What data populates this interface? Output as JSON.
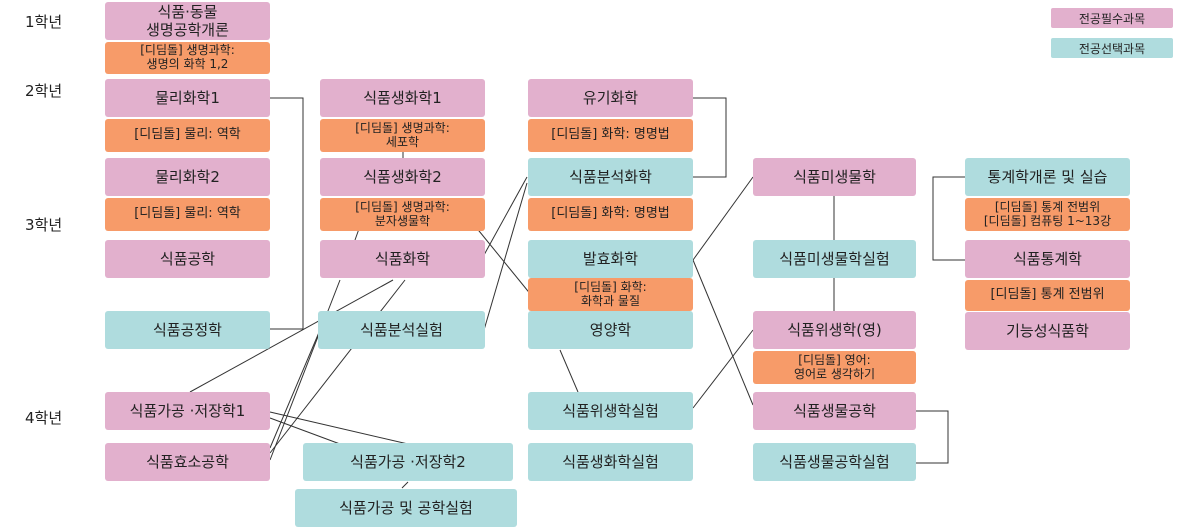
{
  "legend": {
    "required": "전공필수과목",
    "elective": "전공선택과목"
  },
  "years": {
    "y1": "1학년",
    "y2": "2학년",
    "y3": "3학년",
    "y4": "4학년"
  },
  "courses": {
    "food_bio": "식품·동물\n생명공학개론",
    "dgd_bio_chem": "[디딤돌] 생명과학:\n생명의 화학 1,2",
    "phys_chem1": "물리화학1",
    "dgd_physics1": "[디딤돌] 물리: 역학",
    "phys_chem2": "물리화학2",
    "dgd_physics2": "[디딤돌] 물리:  역학",
    "food_eng": "식품공학",
    "food_process_eng": "식품공정학",
    "food_biochem1": "식품생화학1",
    "dgd_cell": "[디딤돌] 생명과학:\n세포학",
    "food_biochem2": "식품생화학2",
    "dgd_molbio": "[디딤돌] 생명과학:\n분자생물학",
    "food_chem": "식품화학",
    "food_analysis_lab": "식품분석실험",
    "organic_chem": "유기화학",
    "dgd_chem_names1": "[디딤돌] 화학: 명명법",
    "food_analytical_chem": "식품분석화학",
    "dgd_chem_names2": "[디딤돌] 화학: 명명법",
    "fermentation_chem": "발효화학",
    "dgd_chem_material": "[디딤돌] 화학:\n화학과 물질",
    "nutrition": "영양학",
    "food_micro": "식품미생물학",
    "food_micro_lab": "식품미생물학실험",
    "food_hygiene_en": "식품위생학(영)",
    "dgd_english": "[디딤돌] 영어:\n영어로 생각하기",
    "intro_stats": "통계학개론 및 실습",
    "dgd_stats_computing": "[디딤돌] 통계 전범위\n[디딤돌] 컴퓨팅  1~13강",
    "food_stats": "식품통계학",
    "dgd_stats": "[디딤돌] 통계 전범위",
    "functional_food": "기능성식품학",
    "food_processing1": "식품가공 ·저장학1",
    "food_enzyme_eng": "식품효소공학",
    "food_processing2": "식품가공 ·저장학2",
    "food_processing_lab": "식품가공  및 공학실험",
    "food_hygiene_lab": "식품위생학실험",
    "food_biochem_lab": "식품생화학실험",
    "food_bioeng": "식품생물공학",
    "food_bioeng_lab": "식품생물공학실험"
  },
  "colors": {
    "required": "#e2b0cd",
    "elective": "#afdcde",
    "stepping_stone": "#f79b69"
  }
}
